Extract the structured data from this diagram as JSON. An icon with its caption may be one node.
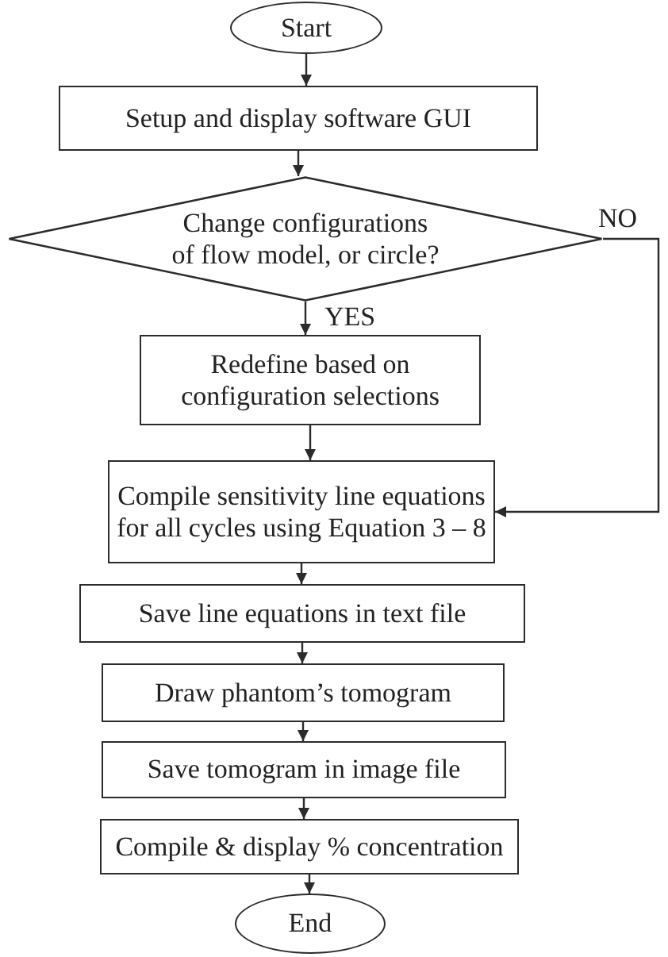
{
  "diagram": {
    "nodes": [
      {
        "text": [
          "Start"
        ]
      },
      {
        "text": [
          "Setup and display software GUI"
        ]
      },
      {
        "text": [
          "Change configurations of flow model, or circle?"
        ]
      },
      {
        "text": [
          "Redefine based on configuration selections"
        ]
      },
      {
        "text": [
          "Compile sensitivity line equations for all cycles using Equation 3 – 8"
        ]
      },
      {
        "text": [
          "Save line equations in text file"
        ]
      },
      {
        "text": [
          "Draw phantom’s tomogram"
        ]
      },
      {
        "text": [
          "Save tomogram in image file"
        ]
      },
      {
        "text": [
          "Compile & display % concentration"
        ]
      },
      {
        "text": [
          "End"
        ]
      }
    ],
    "edges": [
      {
        "from": 0,
        "to": 1,
        "arrow": "to"
      },
      {
        "from": 1,
        "to": 2,
        "arrow": "to"
      },
      {
        "from": 2,
        "to": 3,
        "arrow": "to",
        "label": "YES"
      },
      {
        "from": 2,
        "to": 4,
        "arrow": "to",
        "label": "NO"
      },
      {
        "from": 3,
        "to": 4,
        "arrow": "to"
      },
      {
        "from": 4,
        "to": 5,
        "arrow": "to"
      },
      {
        "from": 5,
        "to": 6,
        "arrow": "to"
      },
      {
        "from": 6,
        "to": 7,
        "arrow": "to"
      },
      {
        "from": 7,
        "to": 8,
        "arrow": "to"
      },
      {
        "from": 8,
        "to": 9,
        "arrow": "to"
      }
    ]
  }
}
